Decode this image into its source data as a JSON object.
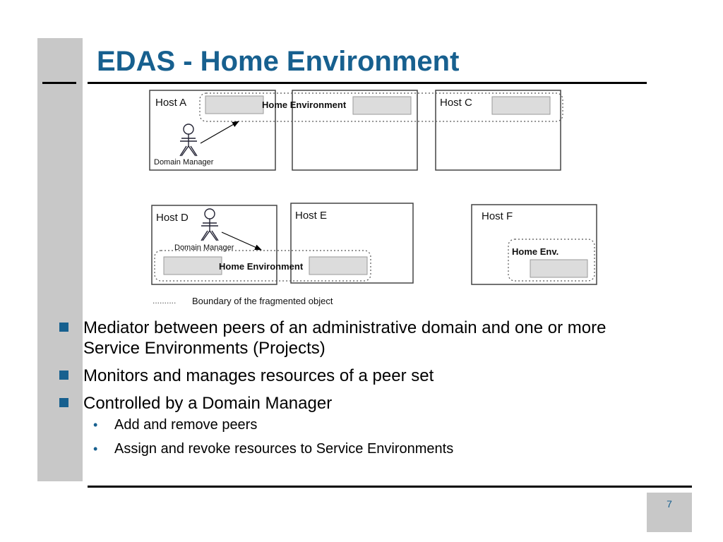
{
  "slide": {
    "title": "EDAS - Home Environment",
    "page_number": "7"
  },
  "diagram": {
    "host_a": "Host A",
    "host_b_label": "",
    "host_c": "Host C",
    "host_d": "Host D",
    "host_e": "Host E",
    "host_f": "Host F",
    "home_env_top": "Home Environment",
    "home_env_bottom": "Home Environment",
    "home_env_short": "Home Env.",
    "domain_manager_top": "Domain Manager",
    "domain_manager_bottom": "Domain Manager",
    "legend_dots": "..........",
    "legend": "Boundary of the fragmented object"
  },
  "bullets": [
    {
      "text": "Mediator between peers of an administrative domain and one or more Service Environments (Projects)"
    },
    {
      "text": "Monitors and manages resources of a peer set"
    },
    {
      "text": "Controlled by a Domain Manager"
    }
  ],
  "sub_bullets": [
    {
      "text": "Add and remove peers"
    },
    {
      "text": "Assign and revoke resources to Service Environments"
    }
  ],
  "colors": {
    "accent": "#17608f",
    "sidebar": "#c8c8c8",
    "resource_fill": "#dcdcdc"
  },
  "icons": {
    "bullet_marker": "blue-square",
    "sub_bullet_marker": "blue-dot",
    "domain_manager": "stick-figure-actor"
  }
}
